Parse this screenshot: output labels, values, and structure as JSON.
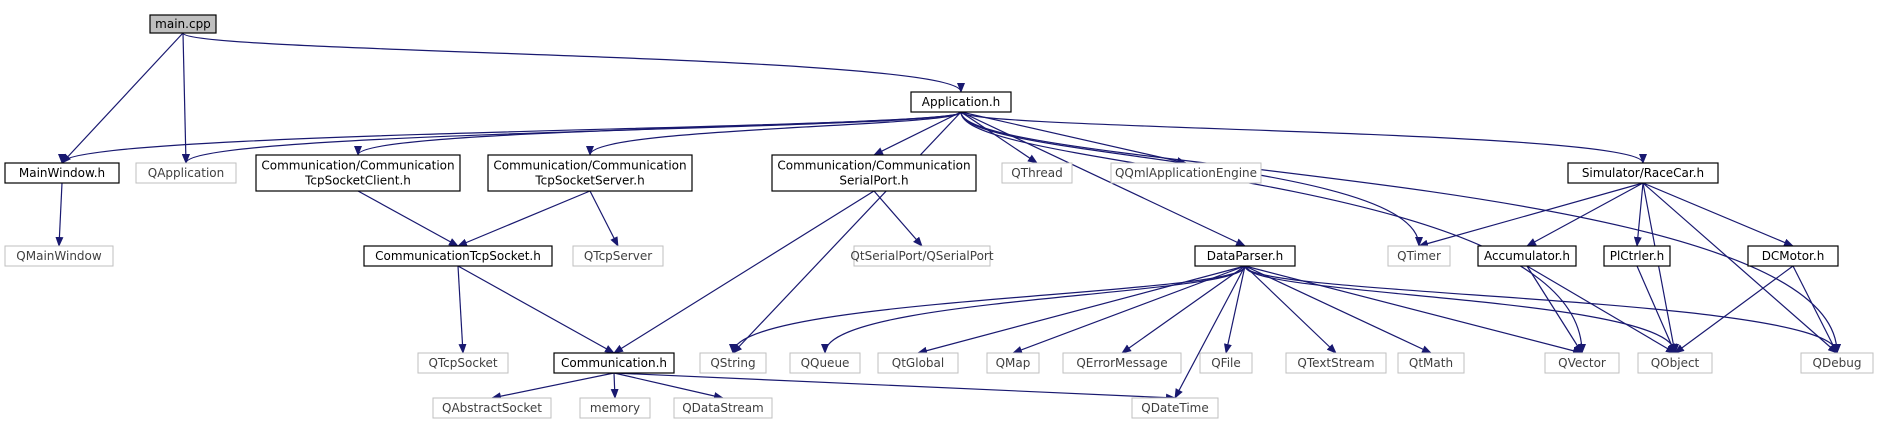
{
  "diagram": {
    "title": "",
    "edge_color": "#191970",
    "root_fill": "#bfbfbf",
    "external_border": "#bfbfbf",
    "nodes": [
      {
        "id": "main_cpp",
        "lines": [
          "main.cpp"
        ],
        "kind": "root"
      },
      {
        "id": "application_h",
        "lines": [
          "Application.h"
        ],
        "kind": "local"
      },
      {
        "id": "mainwindow_h",
        "lines": [
          "MainWindow.h"
        ],
        "kind": "local"
      },
      {
        "id": "qapplication",
        "lines": [
          "QApplication"
        ],
        "kind": "external"
      },
      {
        "id": "comm_client_h",
        "lines": [
          "Communication/Communication",
          "TcpSocketClient.h"
        ],
        "kind": "local"
      },
      {
        "id": "comm_server_h",
        "lines": [
          "Communication/Communication",
          "TcpSocketServer.h"
        ],
        "kind": "local"
      },
      {
        "id": "comm_serial_h",
        "lines": [
          "Communication/Communication",
          "SerialPort.h"
        ],
        "kind": "local"
      },
      {
        "id": "qthread",
        "lines": [
          "QThread"
        ],
        "kind": "external"
      },
      {
        "id": "qqmlengine",
        "lines": [
          "QQmlApplicationEngine"
        ],
        "kind": "external"
      },
      {
        "id": "racecar_h",
        "lines": [
          "Simulator/RaceCar.h"
        ],
        "kind": "local"
      },
      {
        "id": "qmainwindow",
        "lines": [
          "QMainWindow"
        ],
        "kind": "external"
      },
      {
        "id": "comm_tcpsocket_h",
        "lines": [
          "CommunicationTcpSocket.h"
        ],
        "kind": "local"
      },
      {
        "id": "qtcpserver",
        "lines": [
          "QTcpServer"
        ],
        "kind": "external"
      },
      {
        "id": "qserialport",
        "lines": [
          "QtSerialPort/QSerialPort"
        ],
        "kind": "external"
      },
      {
        "id": "dataparser_h",
        "lines": [
          "DataParser.h"
        ],
        "kind": "local"
      },
      {
        "id": "qtimer",
        "lines": [
          "QTimer"
        ],
        "kind": "external"
      },
      {
        "id": "accumulator_h",
        "lines": [
          "Accumulator.h"
        ],
        "kind": "local"
      },
      {
        "id": "plctrler_h",
        "lines": [
          "PlCtrler.h"
        ],
        "kind": "local"
      },
      {
        "id": "dcmotor_h",
        "lines": [
          "DCMotor.h"
        ],
        "kind": "local"
      },
      {
        "id": "qtcpsocket",
        "lines": [
          "QTcpSocket"
        ],
        "kind": "external"
      },
      {
        "id": "communication_h",
        "lines": [
          "Communication.h"
        ],
        "kind": "local"
      },
      {
        "id": "qstring",
        "lines": [
          "QString"
        ],
        "kind": "external"
      },
      {
        "id": "qqueue",
        "lines": [
          "QQueue"
        ],
        "kind": "external"
      },
      {
        "id": "qtglobal",
        "lines": [
          "QtGlobal"
        ],
        "kind": "external"
      },
      {
        "id": "qmap",
        "lines": [
          "QMap"
        ],
        "kind": "external"
      },
      {
        "id": "qerrormessage",
        "lines": [
          "QErrorMessage"
        ],
        "kind": "external"
      },
      {
        "id": "qfile",
        "lines": [
          "QFile"
        ],
        "kind": "external"
      },
      {
        "id": "qtextstream",
        "lines": [
          "QTextStream"
        ],
        "kind": "external"
      },
      {
        "id": "qtmath",
        "lines": [
          "QtMath"
        ],
        "kind": "external"
      },
      {
        "id": "qvector",
        "lines": [
          "QVector"
        ],
        "kind": "external"
      },
      {
        "id": "qobject",
        "lines": [
          "QObject"
        ],
        "kind": "external"
      },
      {
        "id": "qdebug",
        "lines": [
          "QDebug"
        ],
        "kind": "external"
      },
      {
        "id": "qabstractsocket",
        "lines": [
          "QAbstractSocket"
        ],
        "kind": "external"
      },
      {
        "id": "memory",
        "lines": [
          "memory"
        ],
        "kind": "external"
      },
      {
        "id": "qdatastream",
        "lines": [
          "QDataStream"
        ],
        "kind": "external"
      },
      {
        "id": "qdatetime",
        "lines": [
          "QDateTime"
        ],
        "kind": "external"
      }
    ],
    "edges": [
      [
        "main_cpp",
        "application_h"
      ],
      [
        "main_cpp",
        "mainwindow_h"
      ],
      [
        "main_cpp",
        "qapplication"
      ],
      [
        "application_h",
        "mainwindow_h"
      ],
      [
        "application_h",
        "qapplication"
      ],
      [
        "application_h",
        "comm_client_h"
      ],
      [
        "application_h",
        "comm_server_h"
      ],
      [
        "application_h",
        "comm_serial_h"
      ],
      [
        "application_h",
        "qthread"
      ],
      [
        "application_h",
        "qqmlengine"
      ],
      [
        "application_h",
        "racecar_h"
      ],
      [
        "application_h",
        "dataparser_h"
      ],
      [
        "application_h",
        "qtimer"
      ],
      [
        "application_h",
        "qstring"
      ],
      [
        "application_h",
        "qvector"
      ],
      [
        "application_h",
        "qdebug"
      ],
      [
        "mainwindow_h",
        "qmainwindow"
      ],
      [
        "comm_client_h",
        "comm_tcpsocket_h"
      ],
      [
        "comm_server_h",
        "comm_tcpsocket_h"
      ],
      [
        "comm_server_h",
        "qtcpserver"
      ],
      [
        "comm_serial_h",
        "qserialport"
      ],
      [
        "comm_serial_h",
        "communication_h"
      ],
      [
        "comm_tcpsocket_h",
        "qtcpsocket"
      ],
      [
        "comm_tcpsocket_h",
        "communication_h"
      ],
      [
        "communication_h",
        "qabstractsocket"
      ],
      [
        "communication_h",
        "memory"
      ],
      [
        "communication_h",
        "qdatastream"
      ],
      [
        "communication_h",
        "qdatetime"
      ],
      [
        "dataparser_h",
        "qstring"
      ],
      [
        "dataparser_h",
        "qqueue"
      ],
      [
        "dataparser_h",
        "qtglobal"
      ],
      [
        "dataparser_h",
        "qmap"
      ],
      [
        "dataparser_h",
        "qerrormessage"
      ],
      [
        "dataparser_h",
        "qfile"
      ],
      [
        "dataparser_h",
        "qtextstream"
      ],
      [
        "dataparser_h",
        "qtmath"
      ],
      [
        "dataparser_h",
        "qvector"
      ],
      [
        "dataparser_h",
        "qobject"
      ],
      [
        "dataparser_h",
        "qdebug"
      ],
      [
        "dataparser_h",
        "qdatetime"
      ],
      [
        "racecar_h",
        "qtimer"
      ],
      [
        "racecar_h",
        "accumulator_h"
      ],
      [
        "racecar_h",
        "plctrler_h"
      ],
      [
        "racecar_h",
        "dcmotor_h"
      ],
      [
        "racecar_h",
        "qobject"
      ],
      [
        "racecar_h",
        "qdebug"
      ],
      [
        "accumulator_h",
        "qvector"
      ],
      [
        "accumulator_h",
        "qobject"
      ],
      [
        "plctrler_h",
        "qobject"
      ],
      [
        "dcmotor_h",
        "qobject"
      ],
      [
        "dcmotor_h",
        "qdebug"
      ]
    ]
  }
}
